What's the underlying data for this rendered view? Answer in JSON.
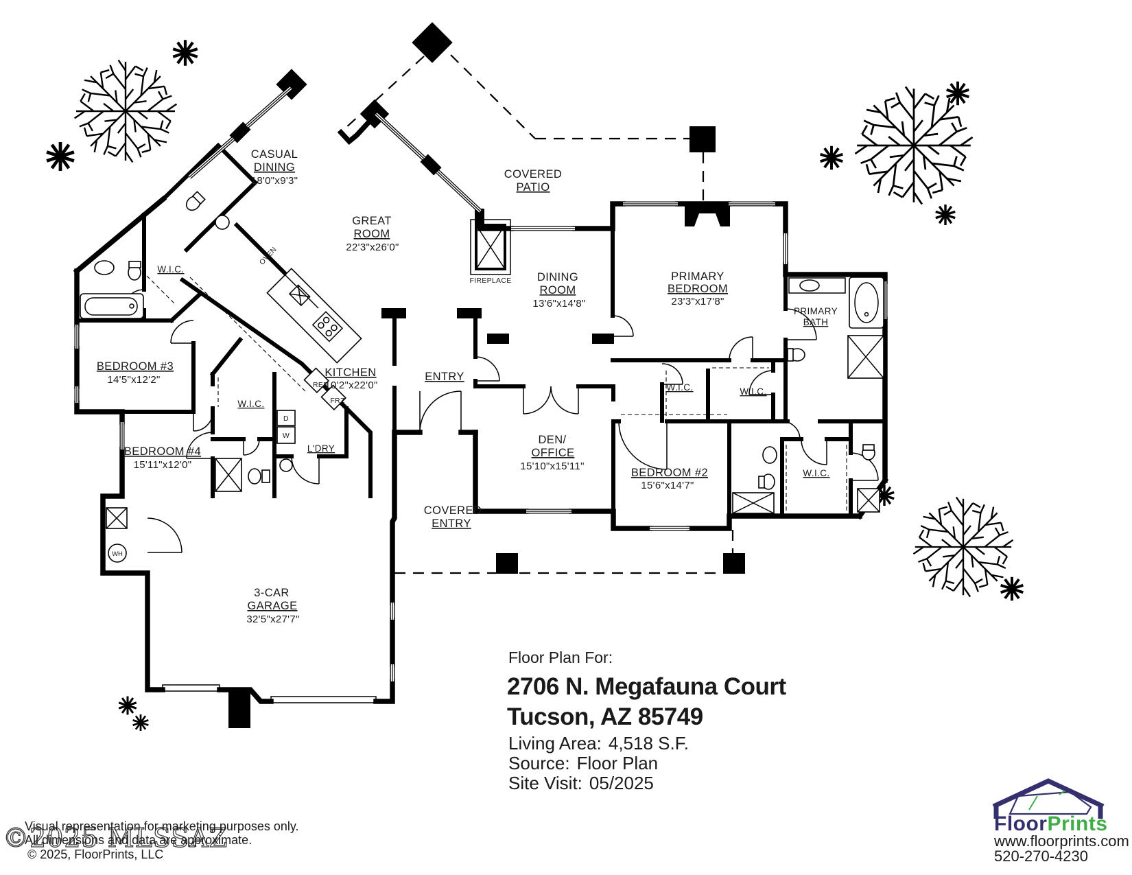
{
  "plan": {
    "rooms": {
      "casual_dining": {
        "l1": "CASUAL",
        "l2": "DINING",
        "dims": "18'0\"x9'3\""
      },
      "great_room": {
        "l1": "GREAT",
        "l2": "ROOM",
        "dims": "22'3\"x26'0\""
      },
      "covered_patio": {
        "l1": "COVERED",
        "l2": "PATIO"
      },
      "dining_room": {
        "l1": "DINING",
        "l2": "ROOM",
        "dims": "13'6\"x14'8\""
      },
      "primary_bedroom": {
        "l1": "PRIMARY",
        "l2": "BEDROOM",
        "dims": "23'3\"x17'8\""
      },
      "primary_bath": {
        "l1": "PRIMARY",
        "l2": "BATH"
      },
      "wic_bed3": {
        "l1": "W.I.C."
      },
      "bedroom3": {
        "l1": "BEDROOM #3",
        "dims": "14'5\"x12'2\""
      },
      "kitchen": {
        "l1": "KITCHEN",
        "dims": "10'2\"x22'0\""
      },
      "entry": {
        "l1": "ENTRY"
      },
      "wic_hall": {
        "l1": "W.I.C."
      },
      "bedroom4": {
        "l1": "BEDROOM #4",
        "dims": "15'11\"x12'0\""
      },
      "laundry": {
        "l1": "L'DRY"
      },
      "den_office": {
        "l1": "DEN/",
        "l2": "OFFICE",
        "dims": "15'10\"x15'11\""
      },
      "wic_primary_1": {
        "l1": "W.I.C."
      },
      "wic_primary_2": {
        "l1": "W.I.C."
      },
      "bedroom2": {
        "l1": "BEDROOM #2",
        "dims": "15'6\"x14'7\""
      },
      "wic_bed2": {
        "l1": "W.I.C."
      },
      "covered_entry": {
        "l1": "COVERED",
        "l2": "ENTRY"
      },
      "garage": {
        "l1": "3-CAR",
        "l2": "GARAGE",
        "dims": "32'5\"x27'7\""
      }
    },
    "fixtures": {
      "fireplace": "FIREPLACE",
      "oven": "OVEN",
      "ref": "REF",
      "frz": "FRZ",
      "dryer": "D",
      "washer": "W",
      "water_heater": "WH"
    }
  },
  "info": {
    "heading": "Floor Plan For:",
    "address1": "2706 N. Megafauna Court",
    "address2": "Tucson, AZ  85749",
    "living_label": "Living Area:",
    "living_value": "4,518 S.F.",
    "source_label": "Source:",
    "source_value": "Floor Plan",
    "visit_label": "Site Visit:",
    "visit_value": "05/2025"
  },
  "footer": {
    "disclaimer1": "Visual representation for marketing purposes only.",
    "disclaimer2": "All dimensions and data are approximate.",
    "copyright": "© 2025, FloorPrints, LLC",
    "watermark": "©2025 MLSSAZ"
  },
  "logo": {
    "floor": "Floor",
    "prints": "Prints",
    "url": "www.floorprints.com",
    "phone": "520-270-4230",
    "navy": "#34306e",
    "green": "#3fae49"
  }
}
